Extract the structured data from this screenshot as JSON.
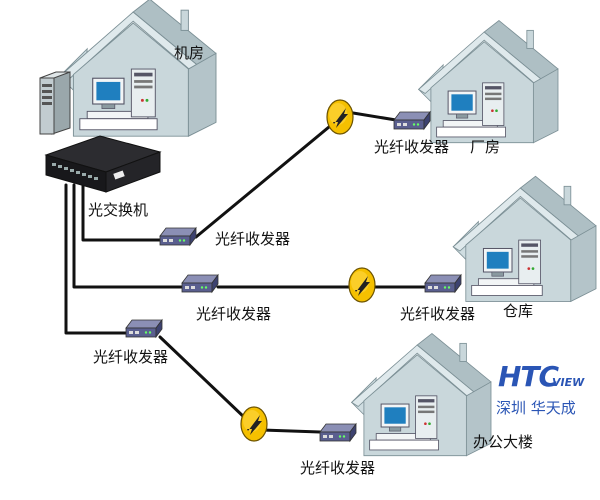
{
  "labels": {
    "server_room": "机房",
    "switch": "光交换机",
    "factory": "厂房",
    "warehouse": "仓库",
    "office": "办公大楼",
    "transceiver": "光纤收发器"
  },
  "brand": {
    "logo_main": "HTC",
    "logo_suffix": "VIEW",
    "subtitle": "深圳 华天成",
    "color": "#2a55b5"
  },
  "colors": {
    "cable": "#111111",
    "roof_light": "#e2ecef",
    "roof_dark": "#aebfc4",
    "wall": "#c9d7db",
    "monitor_screen": "#1f7fbf",
    "converter_yellow": "#f5c000"
  }
}
